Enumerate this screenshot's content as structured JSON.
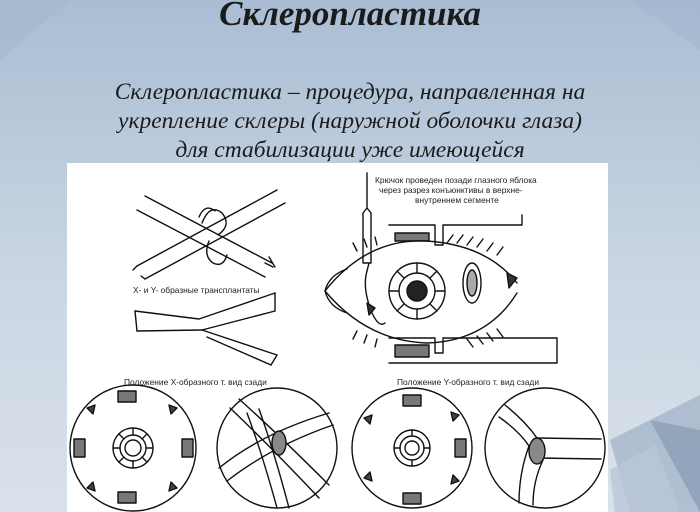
{
  "slide": {
    "title": "Склеропластика",
    "description_lines": [
      "Склеропластика – процедура, направленная на",
      "укрепление склеры (наружной оболочки глаза)",
      "для стабилизации уже имеющейся"
    ]
  },
  "figure": {
    "caption_grafts": "X- и Y- образные трансплантаты",
    "caption_hook_lines": [
      "Крючок проведен позади глазного яблока",
      "через разрез конъюнктивы в верхне-",
      "внутреннем сегменте"
    ],
    "caption_x_position": "Положение X-образного т. вид сзади",
    "caption_y_position": "Положение Y-образного т. вид сзади"
  }
}
